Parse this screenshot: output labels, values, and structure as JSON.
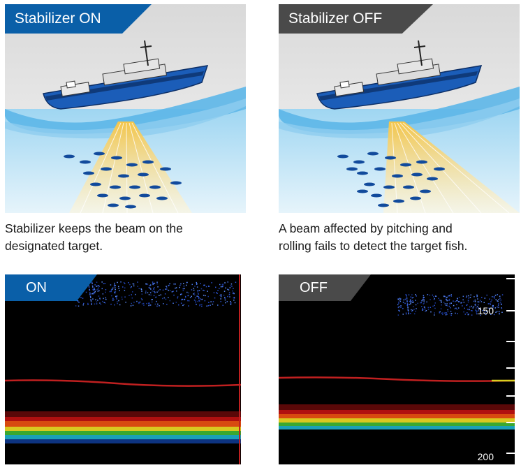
{
  "panels": [
    {
      "label": "Stabilizer ON",
      "tab_color": "#0a5fa8",
      "caption": [
        "Stabilizer keeps the beam on the",
        "designated target."
      ]
    },
    {
      "label": "Stabilizer OFF",
      "tab_color": "#4a4a4a",
      "caption": [
        "A beam affected by pitching and",
        "rolling fails to detect the target fish."
      ]
    }
  ],
  "echograms": [
    {
      "label": "ON",
      "tab_color": "#0a5fa8"
    },
    {
      "label": "OFF",
      "tab_color": "#4a4a4a",
      "scale": [
        "150",
        "200"
      ]
    }
  ]
}
